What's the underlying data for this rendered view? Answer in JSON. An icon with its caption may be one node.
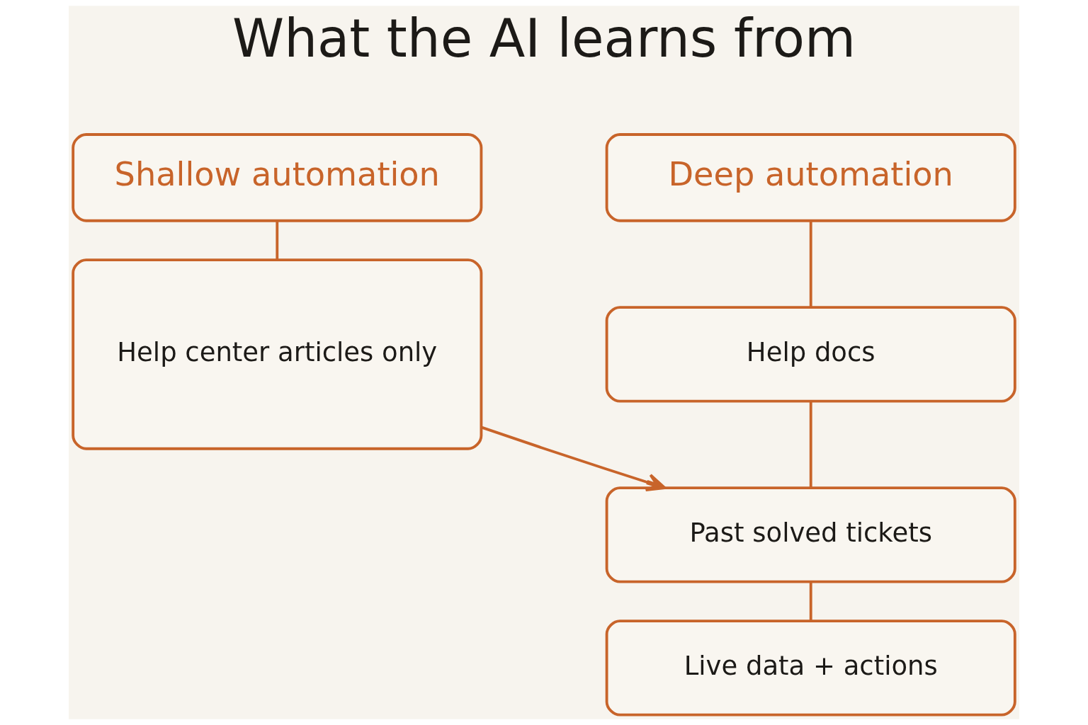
{
  "diagram": {
    "title": "What the AI learns from",
    "nodes": [
      {
        "text": [
          "Shallow automation"
        ]
      },
      {
        "text": [
          "Help center articles only"
        ]
      },
      {
        "text": [
          "Deep automation"
        ]
      },
      {
        "text": [
          "Help docs"
        ]
      },
      {
        "text": [
          "Past solved tickets"
        ]
      },
      {
        "text": [
          "Live data + actions"
        ]
      }
    ],
    "edges": [
      {
        "from": 0,
        "to": 1,
        "arrow": "none"
      },
      {
        "from": 1,
        "to": 4,
        "arrow": "to"
      },
      {
        "from": 2,
        "to": 3,
        "arrow": "none"
      },
      {
        "from": 3,
        "to": 4,
        "arrow": "none"
      },
      {
        "from": 4,
        "to": 5,
        "arrow": "none"
      }
    ]
  }
}
